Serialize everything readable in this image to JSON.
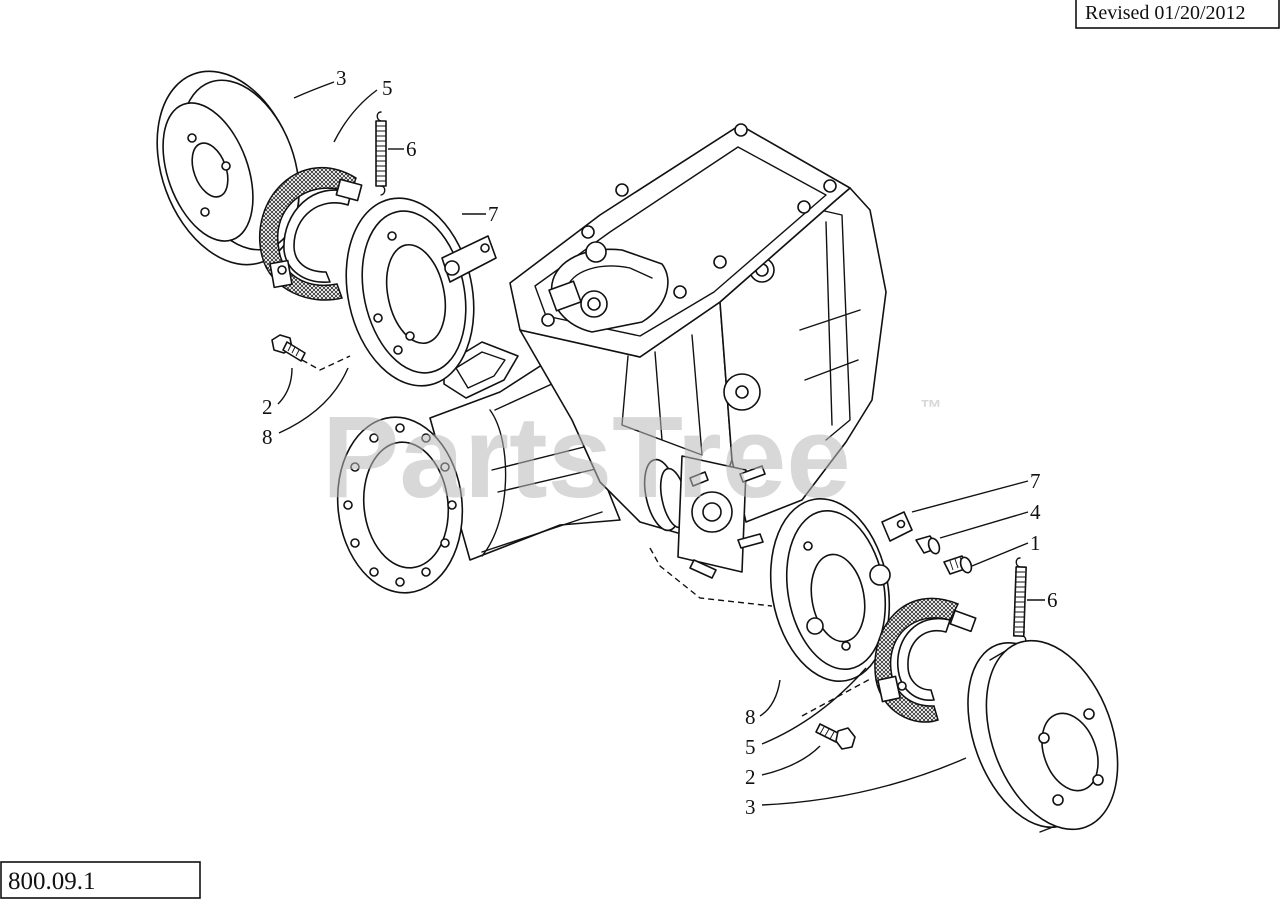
{
  "header": {
    "revision": "Revised 01/20/2012"
  },
  "footer": {
    "figure_number": "800.09.1"
  },
  "watermark": {
    "brand": "PartsTree",
    "trademark": "™"
  },
  "callouts": {
    "left": [
      "3",
      "5",
      "6",
      "7",
      "2",
      "8"
    ],
    "right": [
      "7",
      "4",
      "1",
      "6",
      "8",
      "5",
      "2",
      "3"
    ]
  }
}
